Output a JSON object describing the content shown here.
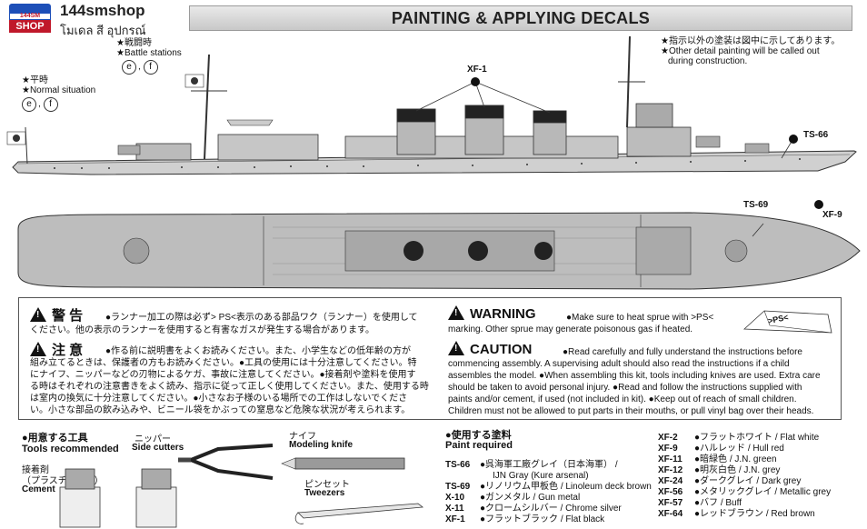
{
  "header": {
    "logo_badge": "144SM",
    "logo_badge_shop": "SHOP",
    "shop_name": "144smshop",
    "shop_sub": "โมเดล สี อุปกรณ์",
    "title": "PAINTING & APPLYING DECALS"
  },
  "notes": {
    "battle_jp": "★戦闘時",
    "battle_en": "★Battle stations",
    "normal_jp": "★平時",
    "normal_en": "★Normal situation",
    "circle_e": "e",
    "circle_f": "f",
    "comma": ",",
    "other_jp": "★指示以外の塗装は図中に示してあります。",
    "other_en_1": "★Other detail painting will be called out",
    "other_en_2": "during construction."
  },
  "callouts": {
    "xf1": "XF-1",
    "ts66": "TS-66",
    "ts69": "TS-69",
    "xf9": "XF-9"
  },
  "warnings": {
    "jp_warn_head": "警 告",
    "jp_warn_1": "●ランナー加工の際は必ず> PS<表示のある部品ワク（ランナー）を使用して",
    "jp_warn_2": "ください。他の表示のランナーを使用すると有害なガスが発生する場合があります。",
    "jp_caution_head": "注 意",
    "jp_caution_1": "●作る前に説明書をよくお読みください。また、小学生などの低年齢の方が",
    "jp_caution_2": "組み立てるときは、保護者の方もお読みください。●工具の使用には十分注意してください。特",
    "jp_caution_3": "にナイフ、ニッパーなどの刃物によるケガ、事故に注意してください。●接着剤や塗料を使用す",
    "jp_caution_4": "る時はそれぞれの注意書きをよく読み、指示に従って正しく使用してください。また、使用する時",
    "jp_caution_5": "は室内の換気に十分注意してください。●小さなお子様のいる場所での工作はしないでくださ",
    "jp_caution_6": "い。小さな部品の飲み込みや、ビニール袋をかぶっての窒息など危険な状況が考えられます。",
    "en_warn_head": "WARNING",
    "en_warn_1": "●Make sure to heat sprue with >PS<",
    "en_warn_2": "marking. Other sprue may generate poisonous gas if heated.",
    "en_caution_head": "CAUTION",
    "en_caution_1": "●Read carefully and fully understand the instructions before",
    "en_caution_2": "commencing assembly. A supervising adult should also read the instructions if a child",
    "en_caution_3": "assembles the model. ●When assembling this kit, tools including knives are used. Extra care",
    "en_caution_4": "should be taken to avoid personal injury. ●Read and follow the instructions supplied with",
    "en_caution_5": "paints and/or cement, if used (not included in kit). ●Keep out of reach of small children.",
    "en_caution_6": "Children must not be allowed to put parts in their mouths, or pull vinyl bag over their heads.",
    "ps_marker": ">PS<"
  },
  "tools": {
    "head_jp": "●用意する工具",
    "head_en": "Tools recommended",
    "cutters_jp": "ニッパー",
    "cutters_en": "Side cutters",
    "knife_jp": "ナイフ",
    "knife_en": "Modeling knife",
    "cement_jp_1": "接着剤",
    "cement_jp_2": "（プラスチック用）",
    "cement_en": "Cement",
    "tweezers_jp": "ピンセット",
    "tweezers_en": "Tweezers"
  },
  "paints": {
    "head_jp": "●使用する塗料",
    "head_en": "Paint required",
    "left": [
      {
        "code": "TS-66",
        "name": "●呉海軍工廠グレイ（日本海軍） /"
      },
      {
        "code": "",
        "name": "IJN Gray (Kure arsenal)"
      },
      {
        "code": "TS-69",
        "name": "●リノリウム甲板色 / Linoleum deck brown"
      },
      {
        "code": "X-10",
        "name": "●ガンメタル / Gun metal"
      },
      {
        "code": "X-11",
        "name": "●クロームシルバー / Chrome silver"
      },
      {
        "code": "XF-1",
        "name": "●フラットブラック / Flat black"
      }
    ],
    "right": [
      {
        "code": "XF-2",
        "name": "●フラットホワイト / Flat white"
      },
      {
        "code": "XF-9",
        "name": "●ハルレッド / Hull red"
      },
      {
        "code": "XF-11",
        "name": "●暗緑色 / J.N. green"
      },
      {
        "code": "XF-12",
        "name": "●明灰白色 / J.N. grey"
      },
      {
        "code": "XF-24",
        "name": "●ダークグレイ / Dark grey"
      },
      {
        "code": "XF-56",
        "name": "●メタリックグレイ / Metallic grey"
      },
      {
        "code": "XF-57",
        "name": "●バフ / Buff"
      },
      {
        "code": "XF-64",
        "name": "●レッドブラウン / Red brown"
      }
    ]
  }
}
